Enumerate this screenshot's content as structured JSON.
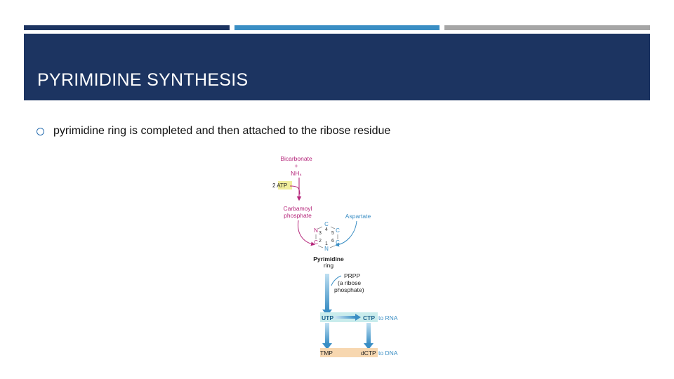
{
  "slide": {
    "title": "PYRIMIDINE SYNTHESIS",
    "bullet": "pyrimidine ring is completed and then attached to the ribose residue"
  },
  "colors": {
    "stripe_1": "#1c3461",
    "stripe_2": "#3a8ec4",
    "stripe_3": "#a6a6a6",
    "title_bar": "#1c3461",
    "magenta": "#b5257a",
    "blue": "#3a8ec4",
    "atp_highlight": "#f1ee9c",
    "utp_ctp_band": "#c9ecec",
    "tmp_dctp_band": "#f7d7b0"
  },
  "diagram": {
    "bicarbonate": "Bicarbonate",
    "plus": "+",
    "nh4": "NH₄",
    "atp": "2 ATP",
    "carbamoyl_1": "Carbamoyl",
    "carbamoyl_2": "phosphate",
    "aspartate": "Aspartate",
    "ring_atoms": {
      "c4": "C",
      "c5": "C",
      "c6": "C",
      "n1": "N",
      "c2": "C",
      "n3": "N",
      "num4": "4",
      "num5": "5",
      "num6": "6",
      "num1": "1",
      "num2": "2",
      "num3": "3"
    },
    "pyrimidine_1": "Pyrimidine",
    "pyrimidine_2": "ring",
    "prpp_1": "PRPP",
    "prpp_2": "(a ribose",
    "prpp_3": "phosphate)",
    "utp": "UTP",
    "ctp": "CTP",
    "to_rna": "to RNA",
    "tmp": "TMP",
    "dctp": "dCTP",
    "to_dna": "to DNA"
  }
}
